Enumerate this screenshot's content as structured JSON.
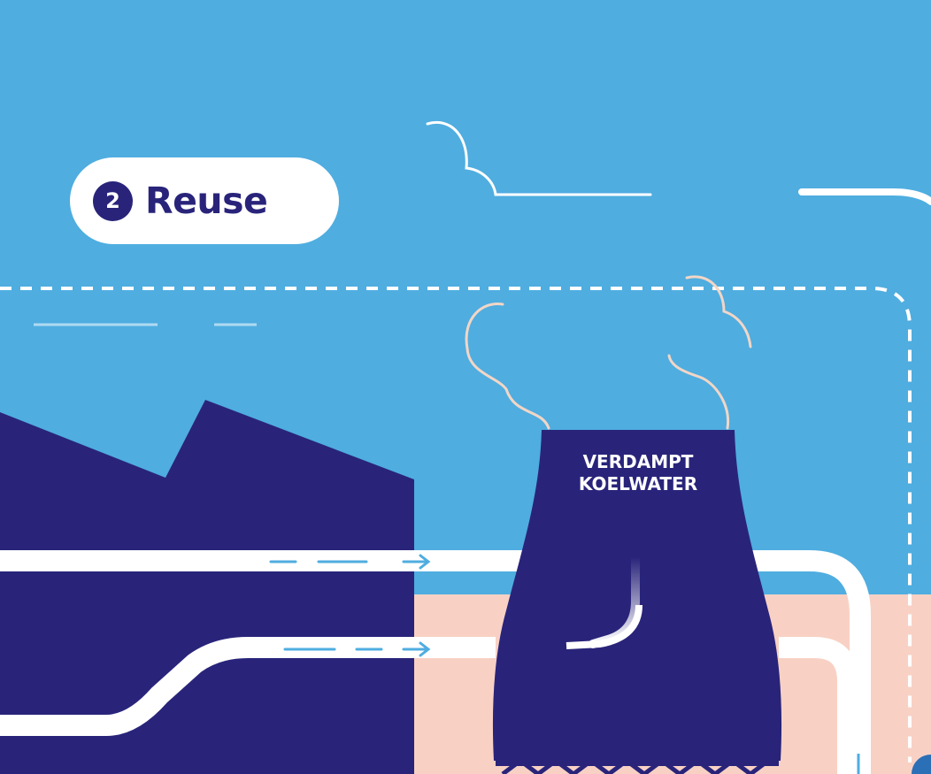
{
  "badge": {
    "number": "2",
    "label": "Reuse"
  },
  "tower": {
    "label_line1": "VERDAMPT",
    "label_line2": "KOELWATER"
  },
  "colors": {
    "sky": "#4fade0",
    "ground": "#f8d1c4",
    "navy": "#29247a",
    "white": "#ffffff",
    "steam": "#f2d6c6",
    "arrow": "#4fade0"
  },
  "icons": [
    "flow-arrow-icon",
    "steam-cloud-icon"
  ]
}
